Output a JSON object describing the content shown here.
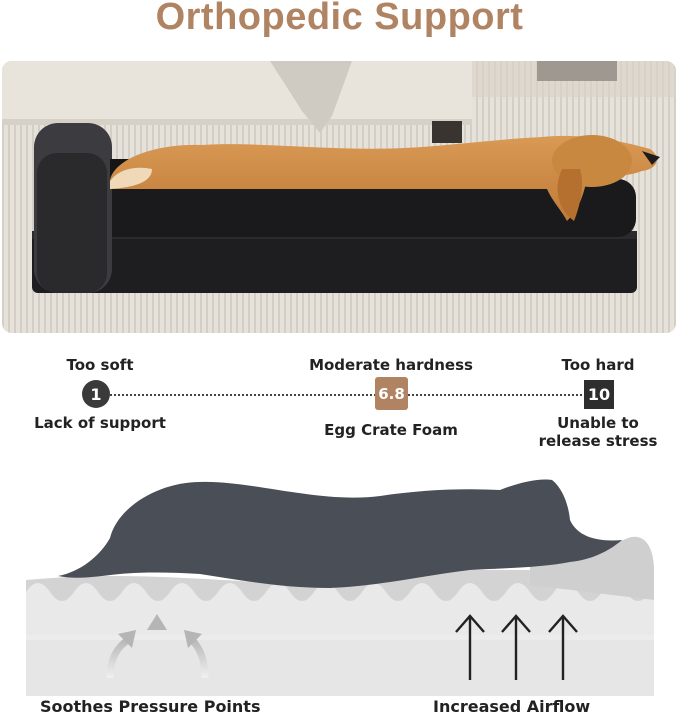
{
  "header": {
    "title": "Orthopedic Support"
  },
  "photo": {
    "alt": "Golden retriever sleeping on a black orthopedic bolster dog bed on a ribbed rug"
  },
  "hardness_scale": {
    "left": {
      "label": "Too soft",
      "value": "1",
      "description": "Lack of support",
      "color": "#3a3a3a"
    },
    "middle": {
      "label": "Moderate hardness",
      "value": "6.8",
      "description": "Egg Crate Foam",
      "color": "#b08462"
    },
    "right": {
      "label": "Too hard",
      "value": "10",
      "description_line1": "Unable to",
      "description_line2": "release stress",
      "color": "#2e2e2e"
    }
  },
  "diagram": {
    "left_caption": "Soothes Pressure Points",
    "right_caption": "Increased Airflow",
    "silhouette_color": "#4a4e57",
    "foam_color": "#d9d9d9"
  }
}
